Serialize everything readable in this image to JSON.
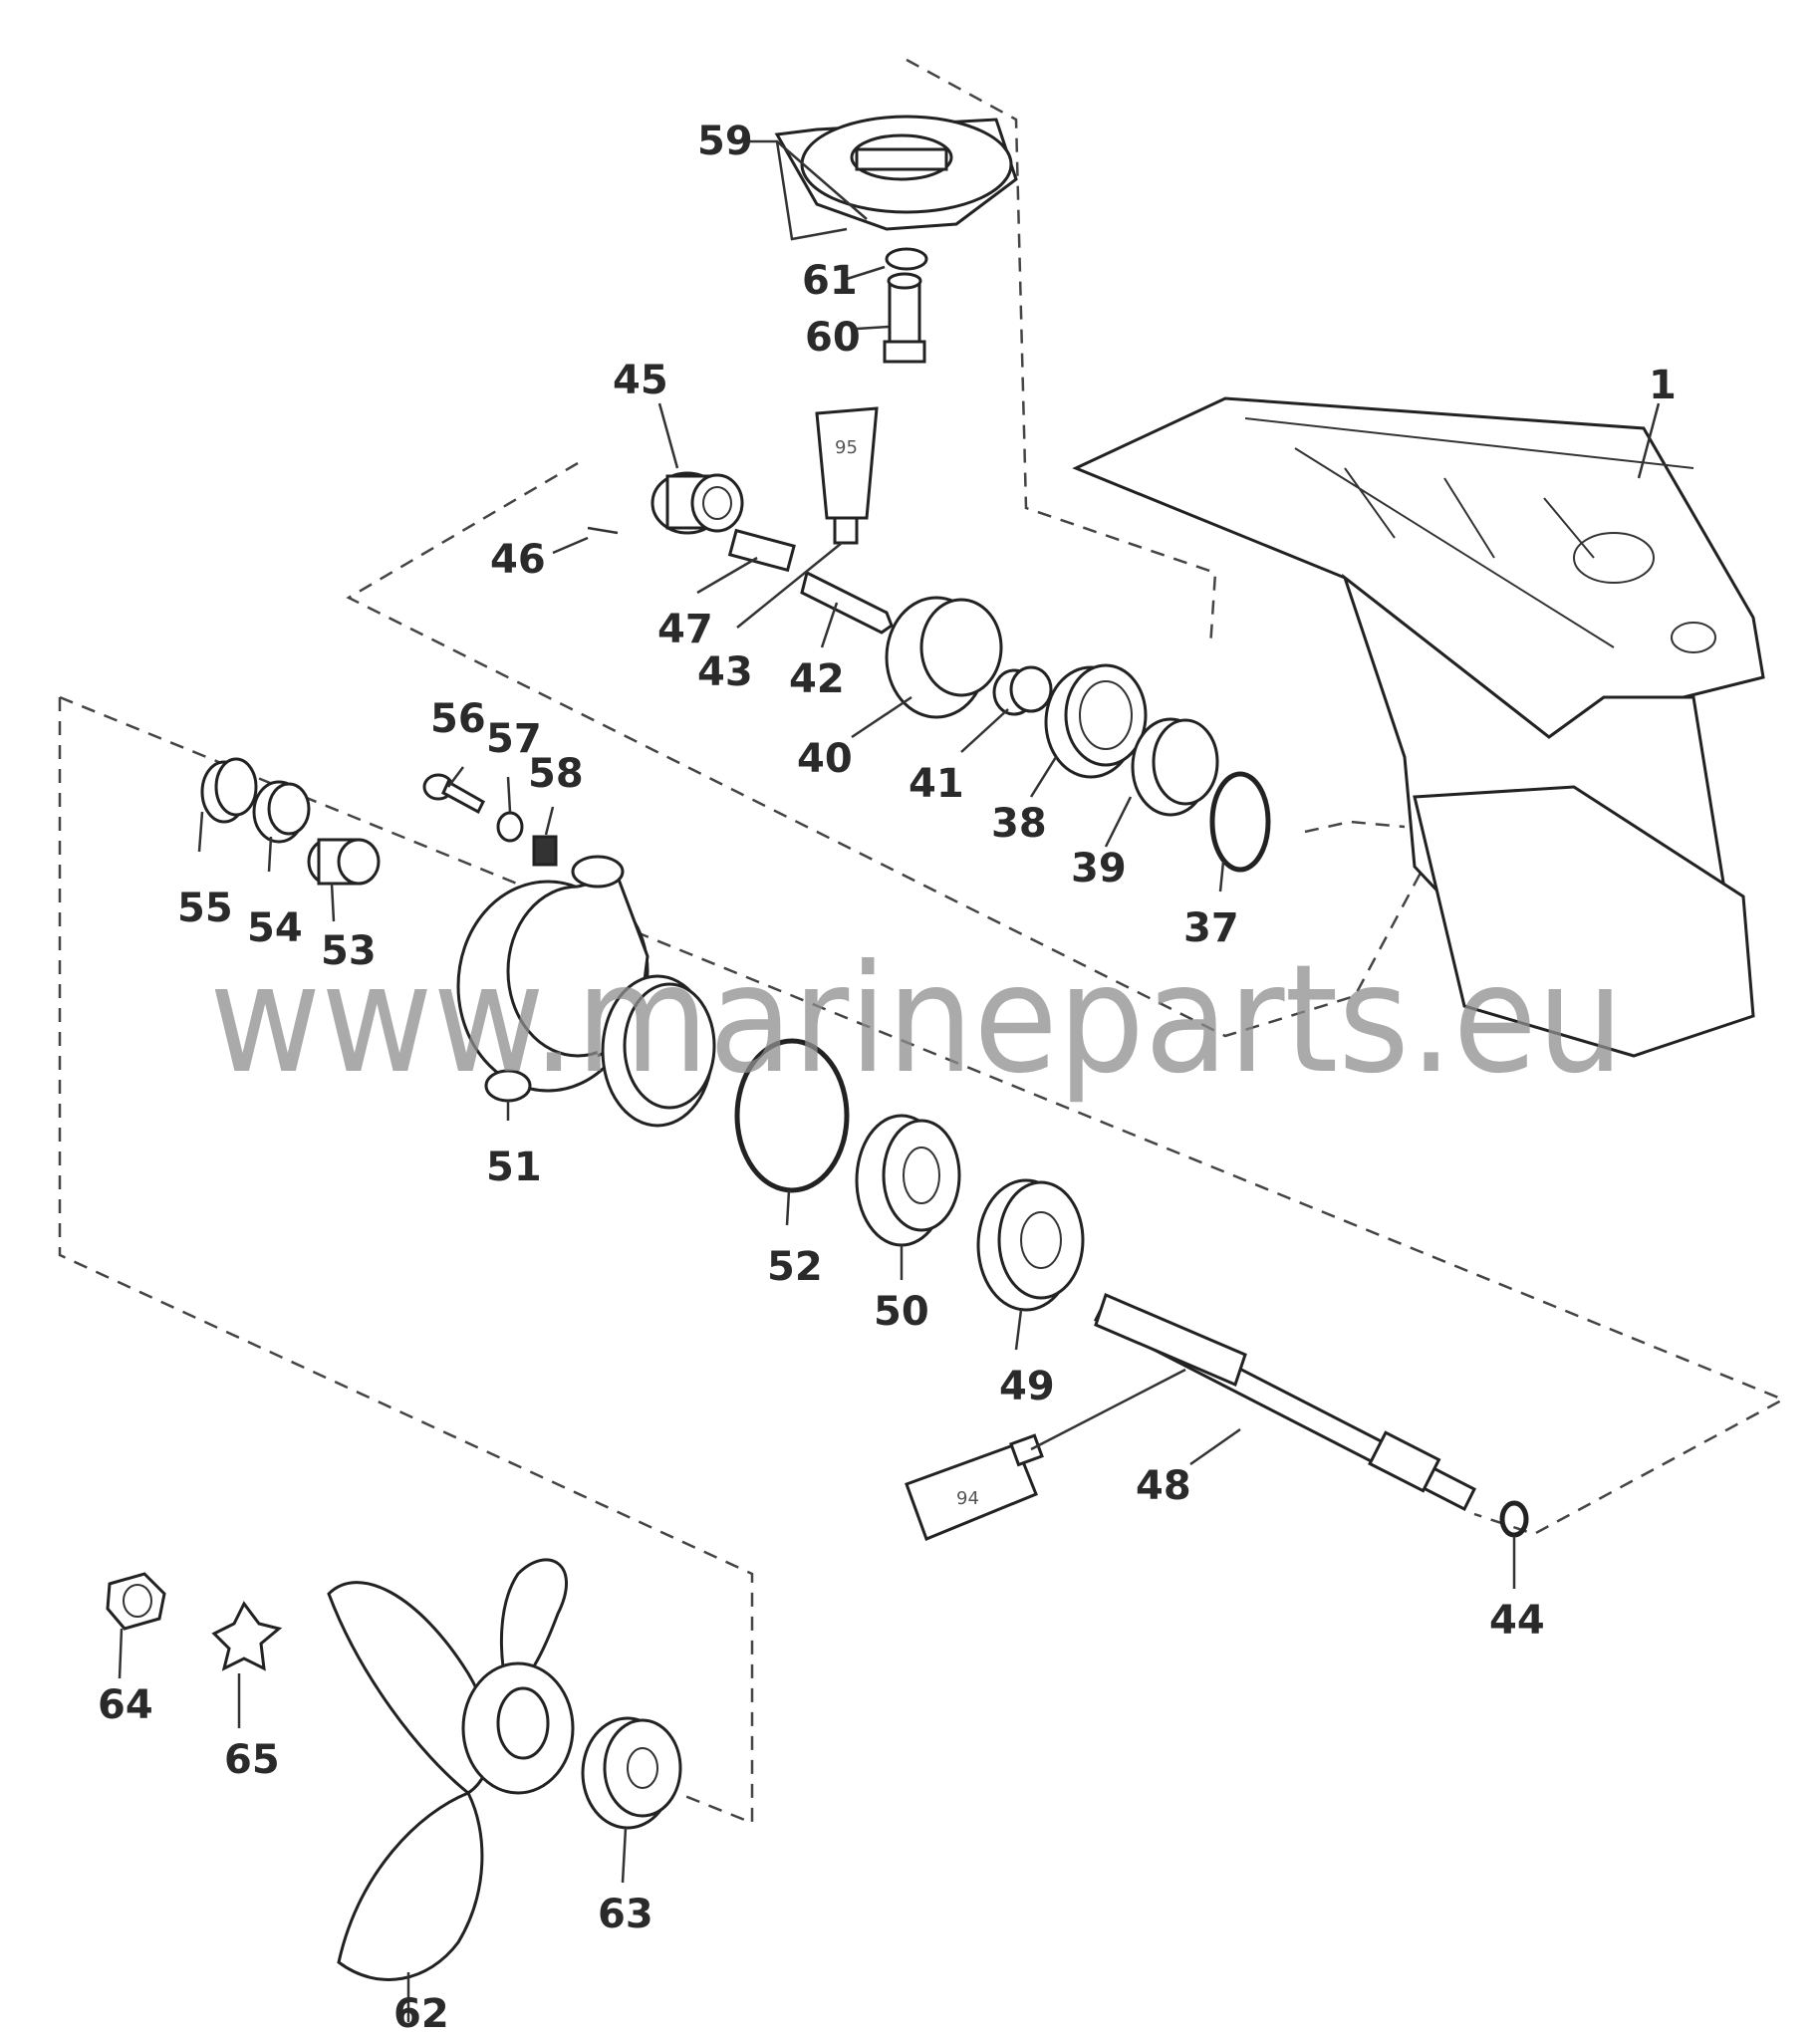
{
  "labels": {
    "p1": "1",
    "p37": "37",
    "p38": "38",
    "p39": "39",
    "p40": "40",
    "p41": "41",
    "p42": "42",
    "p43": "43",
    "p44": "44",
    "p45": "45",
    "p46": "46",
    "p47": "47",
    "p48": "48",
    "p49": "49",
    "p50": "50",
    "p51": "51",
    "p52": "52",
    "p53": "53",
    "p54": "54",
    "p55": "55",
    "p56": "56",
    "p57": "57",
    "p58": "58",
    "p59": "59",
    "p60": "60",
    "p61": "61",
    "p62": "62",
    "p63": "63",
    "p64": "64",
    "p65": "65"
  },
  "tubes": {
    "upper": "95",
    "lower": "94"
  },
  "watermark": "www.marineparts.eu"
}
